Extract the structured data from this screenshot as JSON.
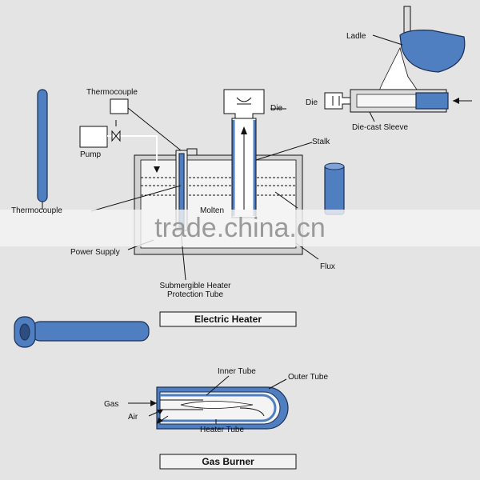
{
  "labels": {
    "ladle": "Ladle",
    "die_top": "Die",
    "die_left": "Die",
    "die_cast_sleeve": "Die-cast Sleeve",
    "thermocouple_top": "Thermocouple",
    "thermocouple_left": "Thermocouple",
    "pump": "Pump",
    "stalk": "Stalk",
    "molten": "Molten",
    "power_supply": "Power Supply",
    "flux": "Flux",
    "submergible_line1": "Submergible Heater",
    "submergible_line2": "Protection Tube",
    "inner_tube": "Inner Tube",
    "outer_tube": "Outer Tube",
    "gas": "Gas",
    "air": "Air",
    "heater_tube": "Heater Tube"
  },
  "titles": {
    "electric_heater": "Electric Heater",
    "gas_burner": "Gas Burner"
  },
  "watermark": "trade.china.cn",
  "colors": {
    "background": "#e4e4e4",
    "tube_blue": "#4f7fc0",
    "outline": "#111111",
    "watermark_band": "#f4f4f4"
  }
}
